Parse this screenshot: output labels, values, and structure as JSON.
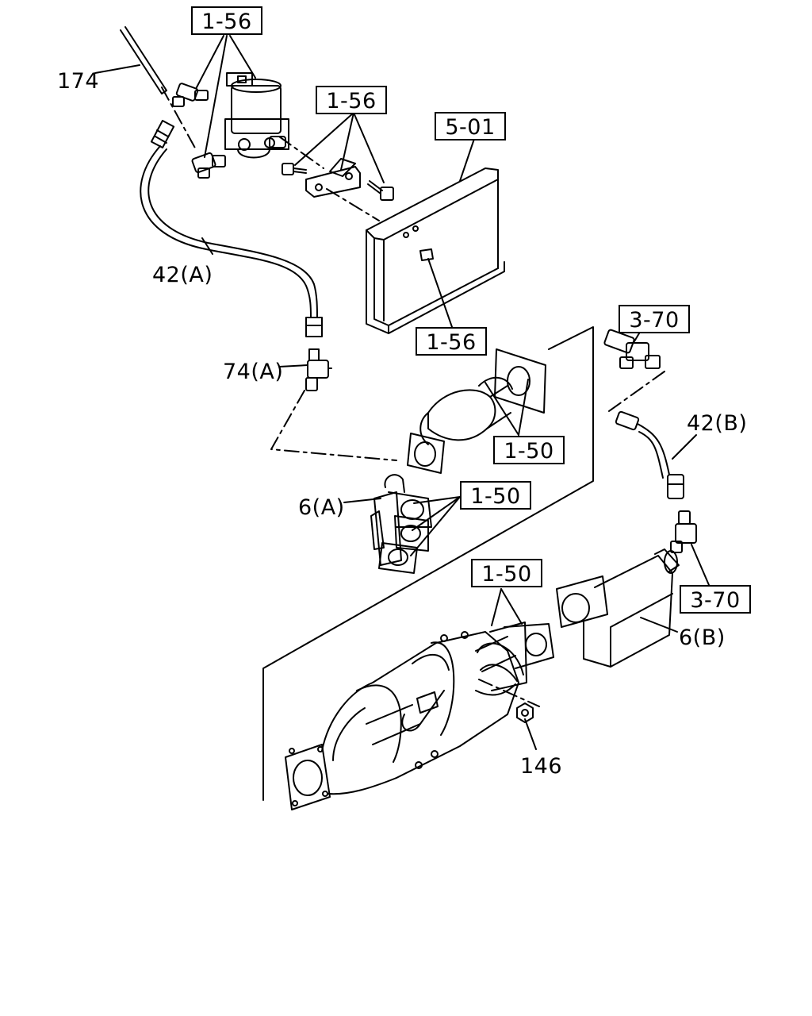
{
  "diagram": {
    "refs": {
      "top_left": "1-56",
      "mid_top": "1-56",
      "right_top": "5-01",
      "bracket": "1-56",
      "tee_upper": "3-70",
      "pipe_flange": "1-50",
      "gaskets": "1-50",
      "dpf_flange": "1-50",
      "tee_lower": "3-70"
    },
    "labels": {
      "part_174": "174",
      "hose_42a": "42(A)",
      "fitting_74a": "74(A)",
      "elbow_6a": "6(A)",
      "hose_42b": "42(B)",
      "elbow_6b": "6(B)",
      "nut_146": "146"
    }
  }
}
